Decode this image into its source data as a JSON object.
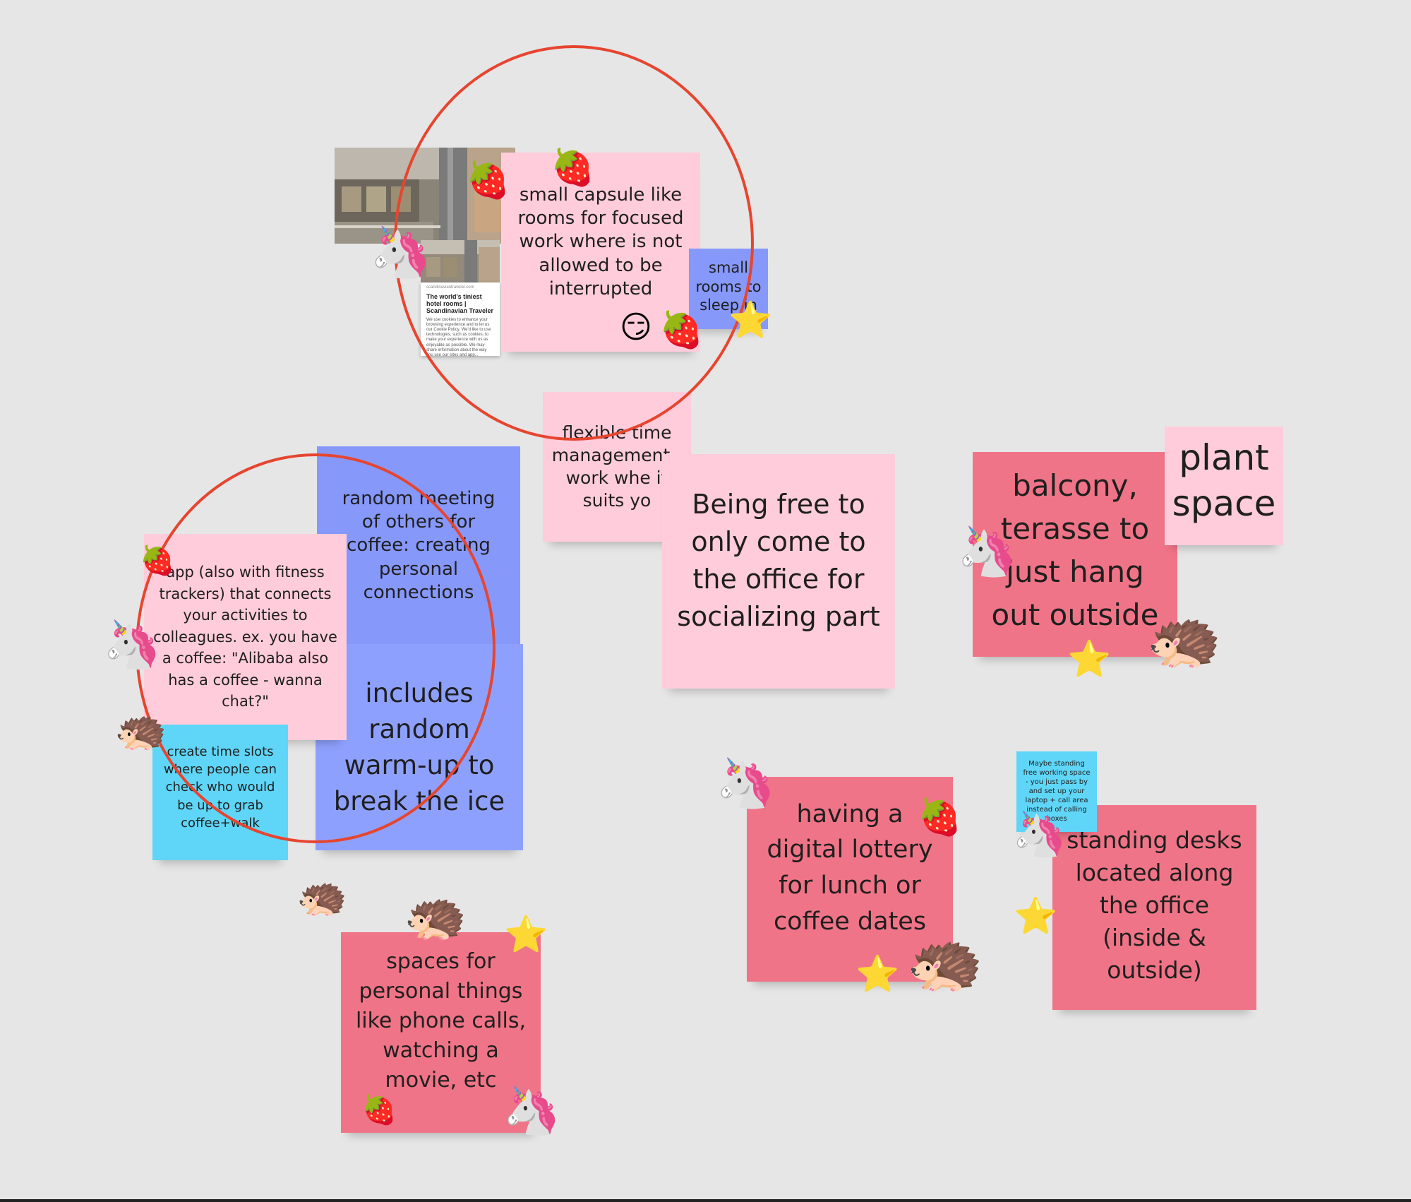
{
  "board": {
    "background": "#e6e6e6",
    "accent_circle_color": "#e6452f"
  },
  "notes": {
    "capsule": "small capsule like rooms for focused work where is not allowed to be interrupted",
    "sleep": "small rooms to sleep in",
    "flexible": "flexible time management - work whe it suits yo",
    "random_meeting": "random meeting of others for coffee: creating personal connections",
    "warmup": "includes random warm-up to break the ice",
    "app": "app (also with fitness trackers) that connects your activities to colleagues. ex. you have a coffee: \"Alibaba also has a coffee - wanna chat?\"",
    "time_slots": "create time slots where people can check who would be up to grab coffee+walk",
    "being_free": "Being free to only come to the office for socializing part",
    "balcony": "balcony, terasse to just hang out outside",
    "plant": "plant space",
    "lottery": "having a digital lottery for lunch or coffee dates",
    "standing_small": "Maybe standing free working space - you just pass by and set up your laptop + call area instead of calling boxes",
    "standing_desks": "standing desks located along the office (inside & outside)",
    "spaces": "spaces for personal things like phone calls, watching a movie, etc"
  },
  "link_card": {
    "site": "scandinaviantraveler.com",
    "title": "The world's tiniest hotel rooms | Scandinavian Traveler",
    "description": "We use cookies to enhance your browsing experience and to let us our Cookie Policy. We'd like to use technologies, such as cookies, to make your experience with us as enjoyable as possible. We may share information about the way you use our sites and app..."
  },
  "icons": {
    "unicorn": "🦄",
    "hedgehog": "🦔",
    "strawberry": "🍓",
    "star": "⭐",
    "smirk": "😏"
  }
}
